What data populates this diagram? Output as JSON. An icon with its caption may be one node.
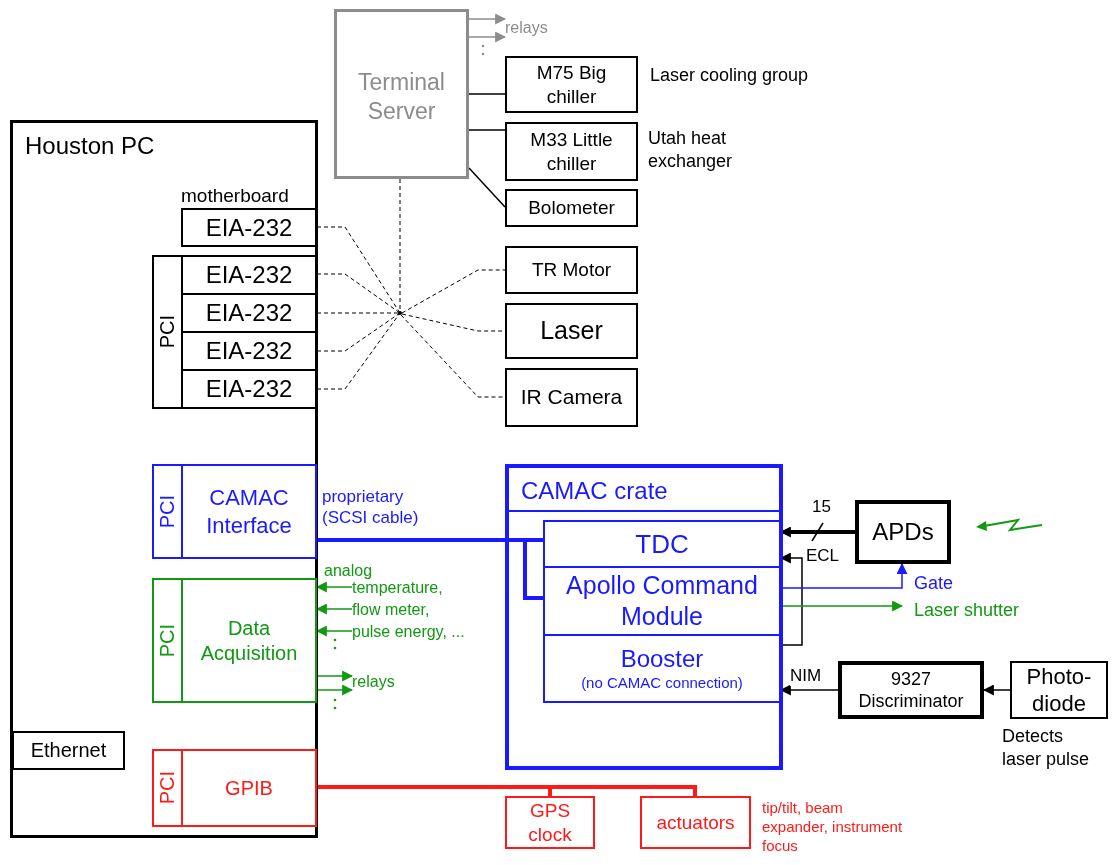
{
  "diagram": {
    "nodes": [
      {
        "text": [
          "Houston PC"
        ]
      },
      {
        "text": [
          "motherboard",
          "EIA-232"
        ],
        "in": 0
      },
      {
        "text": [
          "PCI"
        ],
        "in": 0
      },
      {
        "text": [
          "EIA-232"
        ],
        "in": 0
      },
      {
        "text": [
          "EIA-232"
        ],
        "in": 0
      },
      {
        "text": [
          "EIA-232"
        ],
        "in": 0
      },
      {
        "text": [
          "EIA-232"
        ],
        "in": 0
      },
      {
        "text": [
          "PCI"
        ],
        "in": 0
      },
      {
        "text": [
          "CAMAC Interface"
        ],
        "in": 0
      },
      {
        "text": [
          "PCI"
        ],
        "in": 0
      },
      {
        "text": [
          "Data Acquisition"
        ],
        "in": 0
      },
      {
        "text": [
          "Ethernet"
        ],
        "in": 0
      },
      {
        "text": [
          "PCI"
        ],
        "in": 0
      },
      {
        "text": [
          "GPIB"
        ],
        "in": 0
      },
      {
        "text": [
          "Terminal Server"
        ]
      },
      {
        "text": [
          "M75 Big chiller"
        ],
        "beside": [
          "Laser cooling group"
        ]
      },
      {
        "text": [
          "M33 Little chiller"
        ],
        "beside": [
          "Utah heat exchanger"
        ]
      },
      {
        "text": [
          "Bolometer"
        ]
      },
      {
        "text": [
          "TR Motor"
        ]
      },
      {
        "text": [
          "Laser"
        ]
      },
      {
        "text": [
          "IR Camera"
        ]
      },
      {
        "text": [
          "CAMAC crate"
        ]
      },
      {
        "text": [
          "TDC"
        ],
        "in": 21
      },
      {
        "text": [
          "Apollo Command Module"
        ],
        "in": 21
      },
      {
        "text": [
          "Booster",
          "(no CAMAC connection)"
        ],
        "in": 21
      },
      {
        "text": [
          "APDs"
        ]
      },
      {
        "text": [
          "9327 Discriminator"
        ]
      },
      {
        "text": [
          "Photo- diode"
        ],
        "beside": [
          "Detects laser pulse"
        ]
      },
      {
        "text": [
          "GPS clock"
        ]
      },
      {
        "text": [
          "actuators"
        ],
        "beside": [
          "tip/tilt, beam expander, instrument focus"
        ]
      },
      {
        "text": [],
        "shape": "point"
      },
      {
        "text": [
          "relays"
        ]
      },
      {
        "text": [
          "temperature,"
        ]
      },
      {
        "text": [
          "flow meter,"
        ]
      },
      {
        "text": [
          "pulse energy, ..."
        ]
      },
      {
        "text": [
          "relays"
        ]
      }
    ],
    "edges": [
      {
        "from": 1,
        "to": 30,
        "arrow": "none",
        "style": "dashed"
      },
      {
        "from": 3,
        "to": 30,
        "arrow": "none",
        "style": "dashed"
      },
      {
        "from": 4,
        "to": 30,
        "arrow": "none",
        "style": "dashed"
      },
      {
        "from": 5,
        "to": 30,
        "arrow": "none",
        "style": "dashed"
      },
      {
        "from": 6,
        "to": 30,
        "arrow": "none",
        "style": "dashed"
      },
      {
        "from": 14,
        "to": 30,
        "arrow": "none",
        "style": "dashed"
      },
      {
        "from": 30,
        "to": 18,
        "arrow": "none",
        "style": "dashed"
      },
      {
        "from": 30,
        "to": 19,
        "arrow": "none",
        "style": "dashed"
      },
      {
        "from": 30,
        "to": 20,
        "arrow": "none",
        "style": "dashed"
      },
      {
        "from": 14,
        "to": 15,
        "arrow": "none"
      },
      {
        "from": 14,
        "to": 16,
        "arrow": "none"
      },
      {
        "from": 14,
        "to": 17,
        "arrow": "none"
      },
      {
        "from": 14,
        "to": 31,
        "arrow": "to",
        "color": "#8c8c8c"
      },
      {
        "from": 14,
        "to": 31,
        "arrow": "to",
        "color": "#8c8c8c"
      },
      {
        "from": 8,
        "to": 22,
        "arrow": "none",
        "style": "thick",
        "color": "#1a1aff",
        "label": "proprietary (SCSI cable)"
      },
      {
        "from": 8,
        "to": 23,
        "arrow": "none",
        "style": "thick",
        "color": "#1a1aff"
      },
      {
        "from": 25,
        "to": 22,
        "arrow": "to",
        "style": "thick"
      },
      {
        "from": 24,
        "to": 22,
        "arrow": "to"
      },
      {
        "from": 23,
        "to": 25,
        "arrow": "to",
        "color": "#1a1aff",
        "label": "Gate"
      },
      {
        "from": 23,
        "to": null,
        "arrow": "to",
        "color": "#119911",
        "label": "Laser shutter"
      },
      {
        "from": 26,
        "to": 24,
        "arrow": "to",
        "label": "NIM"
      },
      {
        "from": 27,
        "to": 26,
        "arrow": "to"
      },
      {
        "from": 32,
        "to": 10,
        "arrow": "to",
        "color": "#119911"
      },
      {
        "from": 33,
        "to": 10,
        "arrow": "to",
        "color": "#119911"
      },
      {
        "from": 34,
        "to": 10,
        "arrow": "to",
        "color": "#119911"
      },
      {
        "from": 10,
        "to": 35,
        "arrow": "to",
        "color": "#119911"
      },
      {
        "from": 10,
        "to": 35,
        "arrow": "to",
        "color": "#119911"
      },
      {
        "from": 13,
        "to": 28,
        "arrow": "none",
        "style": "thick",
        "color": "#ff1a1a"
      },
      {
        "from": 13,
        "to": 29,
        "arrow": "none",
        "style": "thick",
        "color": "#ff1a1a"
      }
    ],
    "labels": [
      "analog",
      "15",
      "ECL"
    ]
  }
}
